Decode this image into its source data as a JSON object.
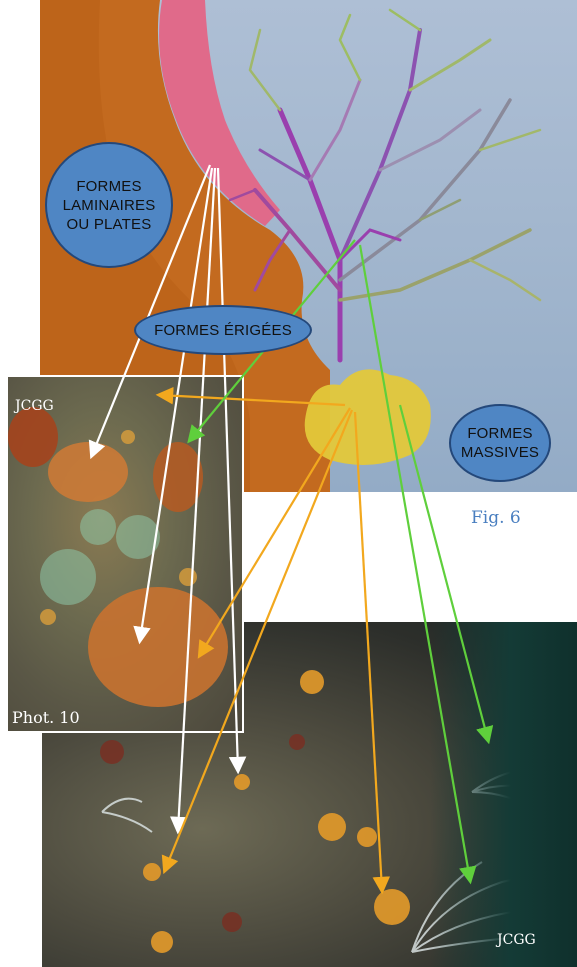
{
  "labels": {
    "laminar": "FORMES LAMINAIRES OU PLATES",
    "erect": "FORMES ÉRIGÉES",
    "massive": "FORMES MASSIVES"
  },
  "credits": {
    "photo10": "JCGG",
    "bottom": "JCGG"
  },
  "captions": {
    "photo": "Phot. 10",
    "figure": "Fig. 6"
  },
  "colors": {
    "sky": "#aebfd5",
    "rock": "#c36a1f",
    "pink": "#e06a8a",
    "bubble": "#4f86c4",
    "arrow_white": "#ffffff",
    "arrow_orange": "#f2a81e",
    "arrow_green": "#5fcf3c",
    "caption": "#4a7fc0"
  }
}
